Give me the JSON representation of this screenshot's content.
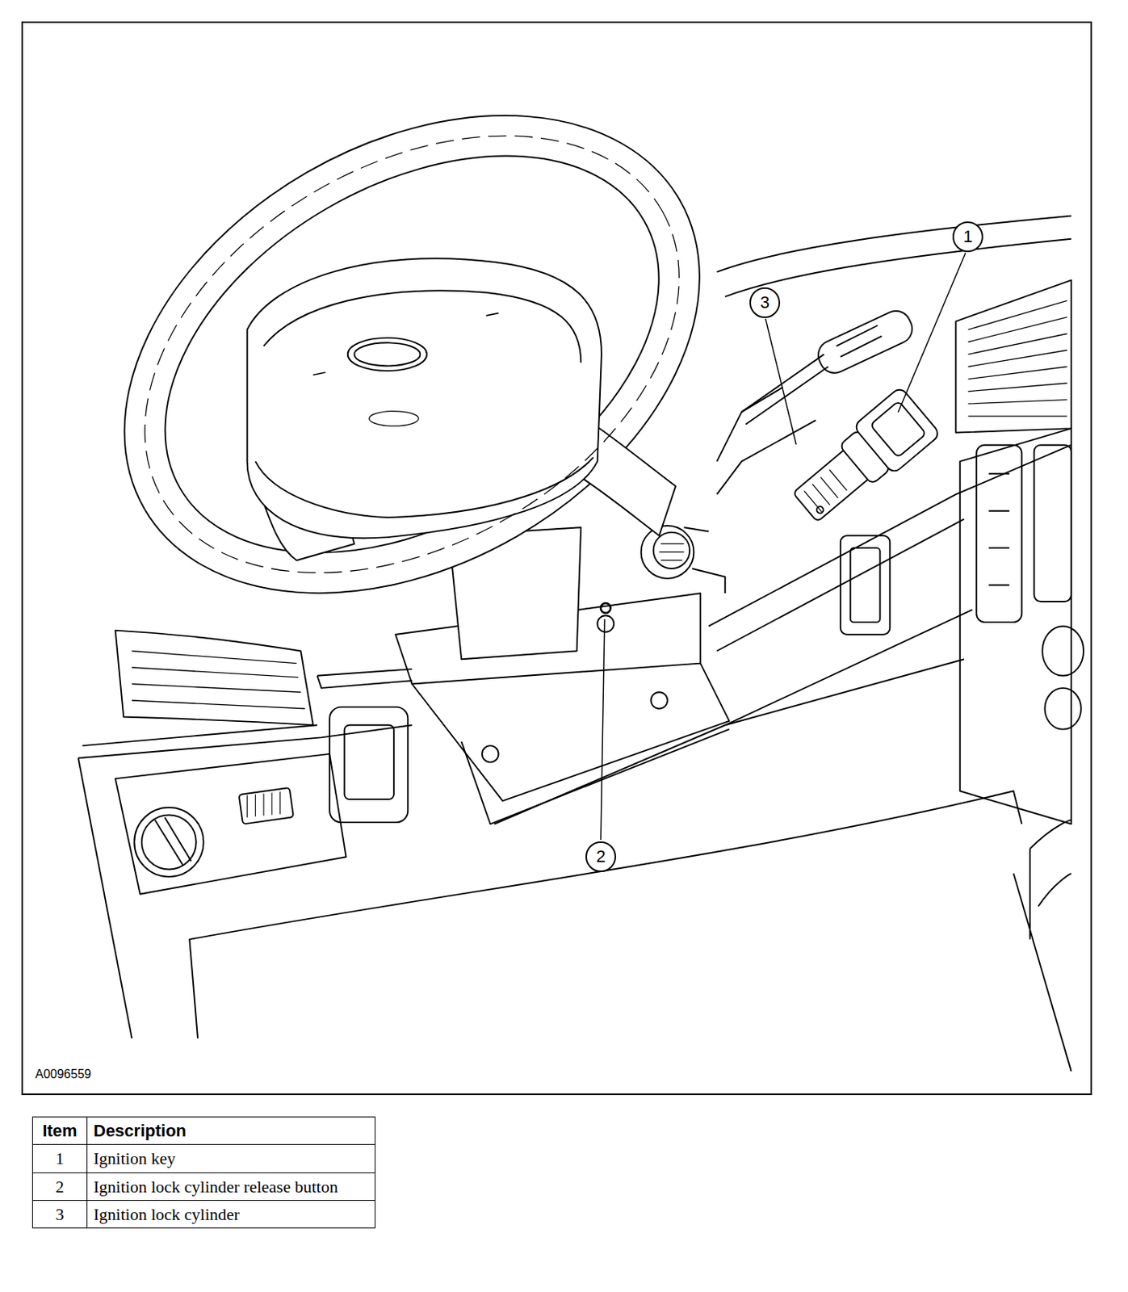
{
  "diagram": {
    "nodes": [
      {
        "text": [
          "1"
        ]
      },
      {
        "text": [
          "3"
        ]
      },
      {
        "text": [
          "2"
        ]
      }
    ],
    "labels": [
      "A0096559",
      "Item",
      "Description",
      "1",
      "Ignition key",
      "2",
      "Ignition lock cylinder release button",
      "3",
      "Ignition lock cylinder"
    ]
  }
}
